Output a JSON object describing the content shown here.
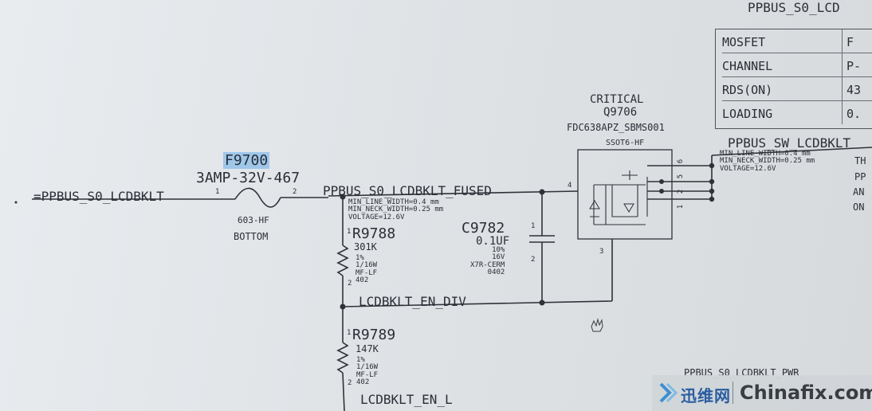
{
  "fuse": {
    "refdes": "F9700",
    "value": "3AMP-32V-467",
    "footprint": "603-HF",
    "side": "BOTTOM",
    "pin1": "1",
    "pin2": "2"
  },
  "nets": {
    "input": "=PPBUS_S0_LCDBKLT",
    "fused": "PPBUS_S0_LCDBKLT_FUSED",
    "fused_attrs": "MIN_LINE_WIDTH=0.4 mm\nMIN_NECK_WIDTH=0.25 mm\nVOLTAGE=12.6V",
    "switched": "PPBUS_SW_LCDBKLT",
    "switched_attrs": "MIN_LINE_WIDTH=0.4 mm\nMIN_NECK_WIDTH=0.25 mm\nVOLTAGE=12.6V",
    "en_div": "LCDBKLT_EN_DIV",
    "en_l": "LCDBKLT_EN_L",
    "top_label": "PPBUS_S0_LCD",
    "bottom_label": "PPBUS_S0_LCDBKLT_PWR_"
  },
  "r9788": {
    "refdes": "R9788",
    "value": "301K",
    "specs": "1%\n1/16W\nMF-LF\n402",
    "pin1": "1",
    "pin2": "2"
  },
  "r9789": {
    "refdes": "R9789",
    "value": "147K",
    "specs": "1%\n1/16W\nMF-LF\n402",
    "pin1": "1",
    "pin2": "2"
  },
  "c9782": {
    "refdes": "C9782",
    "value": "0.1UF",
    "specs": "10%\n16V\nX7R-CERM\n0402",
    "pin1": "1",
    "pin2": "2"
  },
  "q9706": {
    "tag": "CRITICAL",
    "refdes": "Q9706",
    "part": "FDC638APZ_SBMS001",
    "package": "SSOT6-HF",
    "pins": {
      "p4": "4",
      "p3": "3",
      "p6": "6",
      "p5": "5",
      "p2": "2",
      "p1": "1"
    }
  },
  "properties_table": [
    {
      "label": "MOSFET",
      "value": "F"
    },
    {
      "label": "CHANNEL",
      "value": "P-"
    },
    {
      "label": "RDS(ON)",
      "value": "43"
    },
    {
      "label": "LOADING",
      "value": "0."
    }
  ],
  "side_notes": [
    "TH",
    "PP",
    "AN",
    "ON"
  ],
  "watermark": {
    "cn": "迅维网",
    "en": "Chinafix.com",
    "icon": "chevron-logo-icon"
  },
  "colors": {
    "wire": "#2f3238",
    "highlight": "#9fc7ea",
    "watermark_blue": "#2a5da0"
  }
}
